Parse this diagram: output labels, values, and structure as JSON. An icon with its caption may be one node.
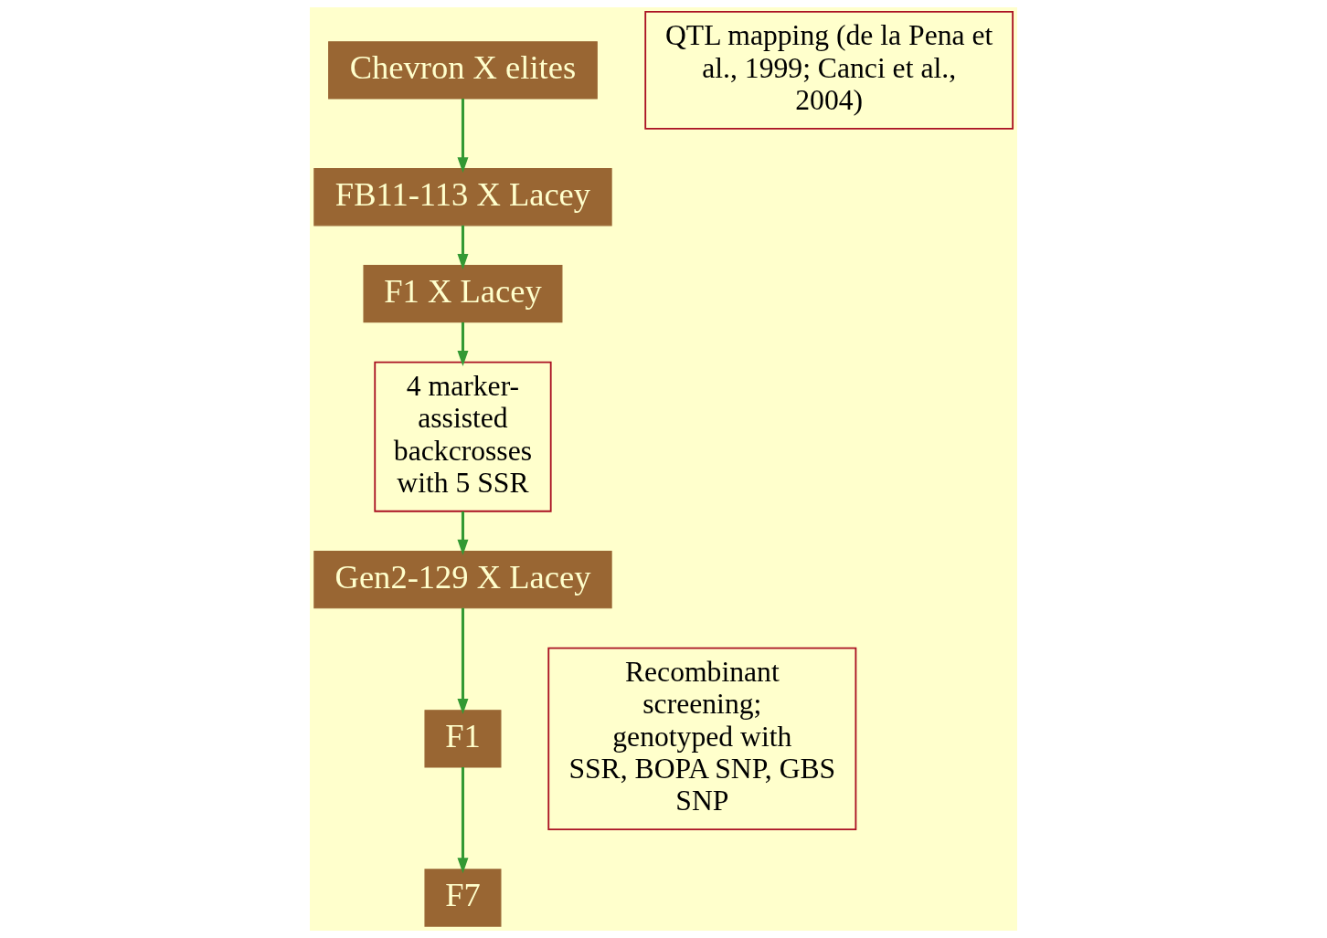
{
  "diagram": {
    "nodes": [
      {
        "text": [
          "Chevron X elites"
        ]
      },
      {
        "text": [
          "FB11-113 X Lacey"
        ]
      },
      {
        "text": [
          "F1 X Lacey"
        ]
      },
      {
        "text": [
          "QTL mapping (de la Pena et al., 1999; Canci et al., 2004)"
        ]
      },
      {
        "text": [
          "4 marker-assisted backcrosses with 5 SSR"
        ]
      },
      {
        "text": [
          "Gen2-129 X Lacey"
        ]
      },
      {
        "text": [
          "F1"
        ]
      },
      {
        "text": [
          "F7"
        ]
      },
      {
        "text": [
          "Recombinant screening; genotyped with SSR, BOPA SNP, GBS SNP"
        ]
      }
    ],
    "edges": [
      {
        "from": 0,
        "to": 1,
        "arrow": "to"
      },
      {
        "from": 1,
        "to": 2,
        "arrow": "to"
      },
      {
        "from": 2,
        "to": 4,
        "arrow": "to"
      },
      {
        "from": 4,
        "to": 5,
        "arrow": "to"
      },
      {
        "from": 5,
        "to": 6,
        "arrow": "to"
      },
      {
        "from": 6,
        "to": 7,
        "arrow": "to"
      }
    ]
  }
}
